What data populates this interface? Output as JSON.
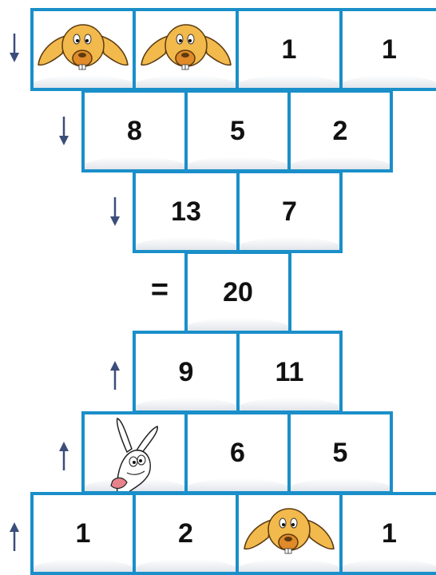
{
  "colors": {
    "border": "#1a8fc9",
    "arrow": "#3b4d7a",
    "dog": "#f2b94c"
  },
  "rows": [
    {
      "direction": "down",
      "cells": [
        "dog-icon",
        "dog-icon",
        "1",
        "1"
      ]
    },
    {
      "direction": "down",
      "cells": [
        "8",
        "5",
        "2"
      ]
    },
    {
      "direction": "down",
      "cells": [
        "13",
        "7"
      ]
    },
    {
      "symbol": "=",
      "cells": [
        "20"
      ]
    },
    {
      "direction": "up",
      "cells": [
        "9",
        "11"
      ]
    },
    {
      "direction": "up",
      "cells": [
        "rabbit-icon",
        "6",
        "5"
      ]
    },
    {
      "direction": "up",
      "cells": [
        "1",
        "2",
        "dog-icon",
        "1"
      ]
    }
  ]
}
